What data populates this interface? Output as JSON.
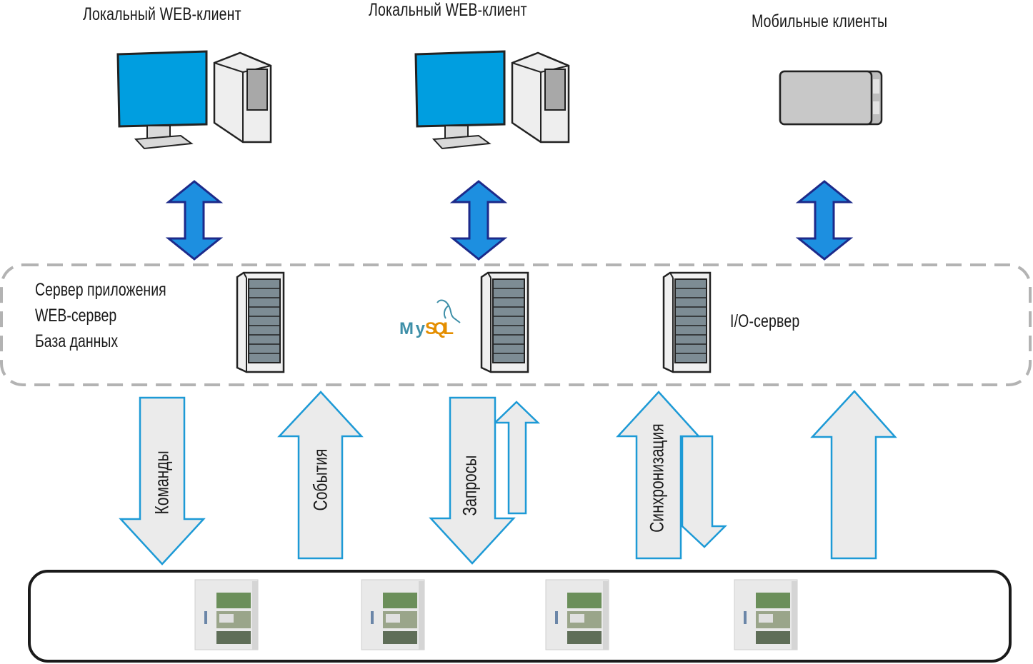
{
  "diagram": {
    "clients": [
      {
        "label": "Локальный WEB-клиент",
        "icon": "desktop-computer-icon"
      },
      {
        "label": "Локальный WEB-клиент",
        "icon": "desktop-computer-icon"
      },
      {
        "label": "Мобильные клиенты",
        "icon": "mobile-device-icon"
      }
    ],
    "server_zone": {
      "roles": [
        "Сервер приложения",
        "WEB-сервер",
        "База данных"
      ],
      "db_logo": {
        "my": "My",
        "sql": "SQL"
      },
      "io_server_label": "I/O-сервер"
    },
    "flows": [
      {
        "label": "Команды",
        "direction": "down"
      },
      {
        "label": "События",
        "direction": "up"
      },
      {
        "label": "Запросы",
        "direction": "down-with-return"
      },
      {
        "label": "Синхронизация",
        "direction": "up-with-return"
      },
      {
        "label": "",
        "direction": "up"
      }
    ],
    "controllers_count": 4,
    "colors": {
      "screen_blue": "#009ee0",
      "double_arrow_fill": "#1d8fe0",
      "double_arrow_stroke": "#1c2a8a",
      "flow_arrow_stroke": "#1d9ad6",
      "flow_arrow_fill": "#ebebeb",
      "dashed_border": "#b3b3b3",
      "mysql_blue": "#3e8fa8",
      "mysql_orange": "#e48e00"
    }
  }
}
